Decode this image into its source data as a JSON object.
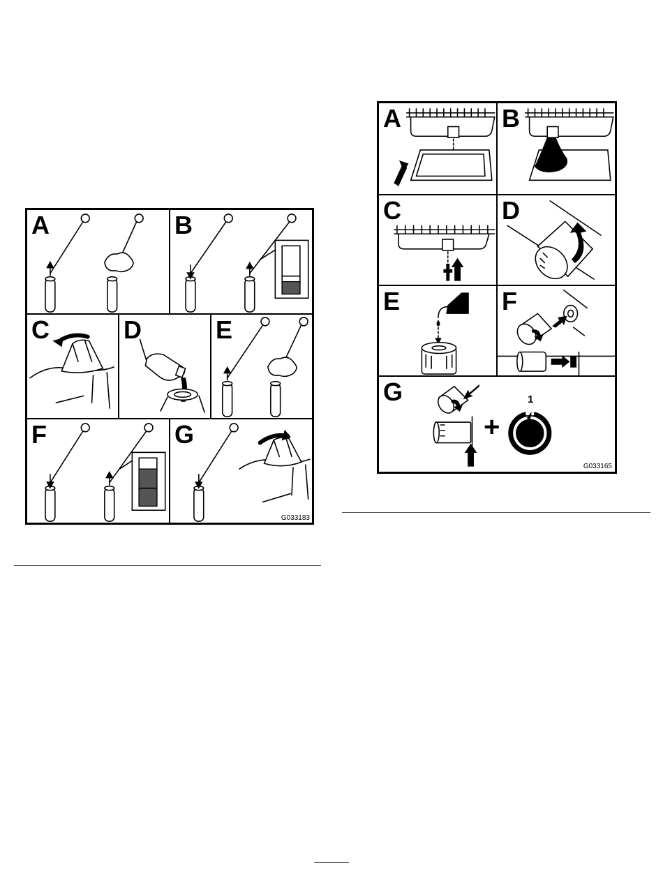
{
  "figure_left": {
    "code": "G033183",
    "panels": {
      "a": "A",
      "b": "B",
      "c": "C",
      "d": "D",
      "e": "E",
      "f": "F",
      "g": "G"
    }
  },
  "figure_right": {
    "code": "G033165",
    "panels": {
      "a": "A",
      "b": "B",
      "c": "C",
      "d": "D",
      "e": "E",
      "f": "F",
      "g": "G"
    },
    "power_number": "1",
    "plus": "+"
  },
  "icons": [
    "dipstick-icon",
    "rag-icon",
    "oil-level-gauge-icon",
    "filler-cap-icon",
    "oil-bottle-icon",
    "oil-pan-icon",
    "drain-pan-icon",
    "drain-plug-icon",
    "oil-filter-icon",
    "oil-can-icon",
    "filter-gasket-icon",
    "power-button-icon",
    "arrow-icon"
  ]
}
